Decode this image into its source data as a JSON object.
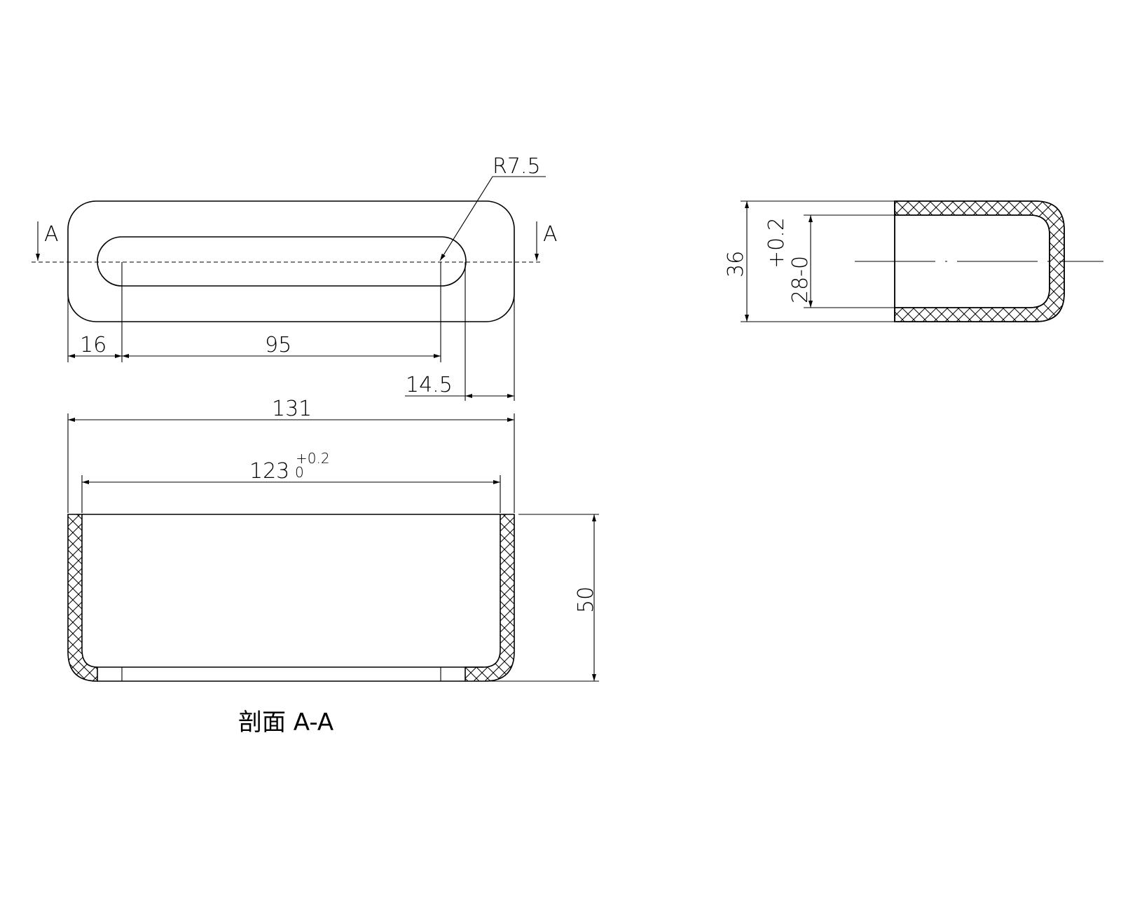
{
  "top_view": {
    "radius_label": "R7.5",
    "dim_left_margin": "16",
    "dim_slot_length": "95",
    "dim_right_margin": "14.5",
    "section_mark_left": "A",
    "section_mark_right": "A"
  },
  "section_view": {
    "dim_outer_length": "131",
    "dim_inner_length": "123",
    "dim_inner_length_tol_upper": "+0.2",
    "dim_inner_length_tol_lower": "0",
    "dim_height": "50",
    "caption": "剖面 A-A"
  },
  "side_view": {
    "dim_outer_height": "36",
    "dim_inner_height": "28-0",
    "dim_inner_height_tol": "+0.2"
  }
}
